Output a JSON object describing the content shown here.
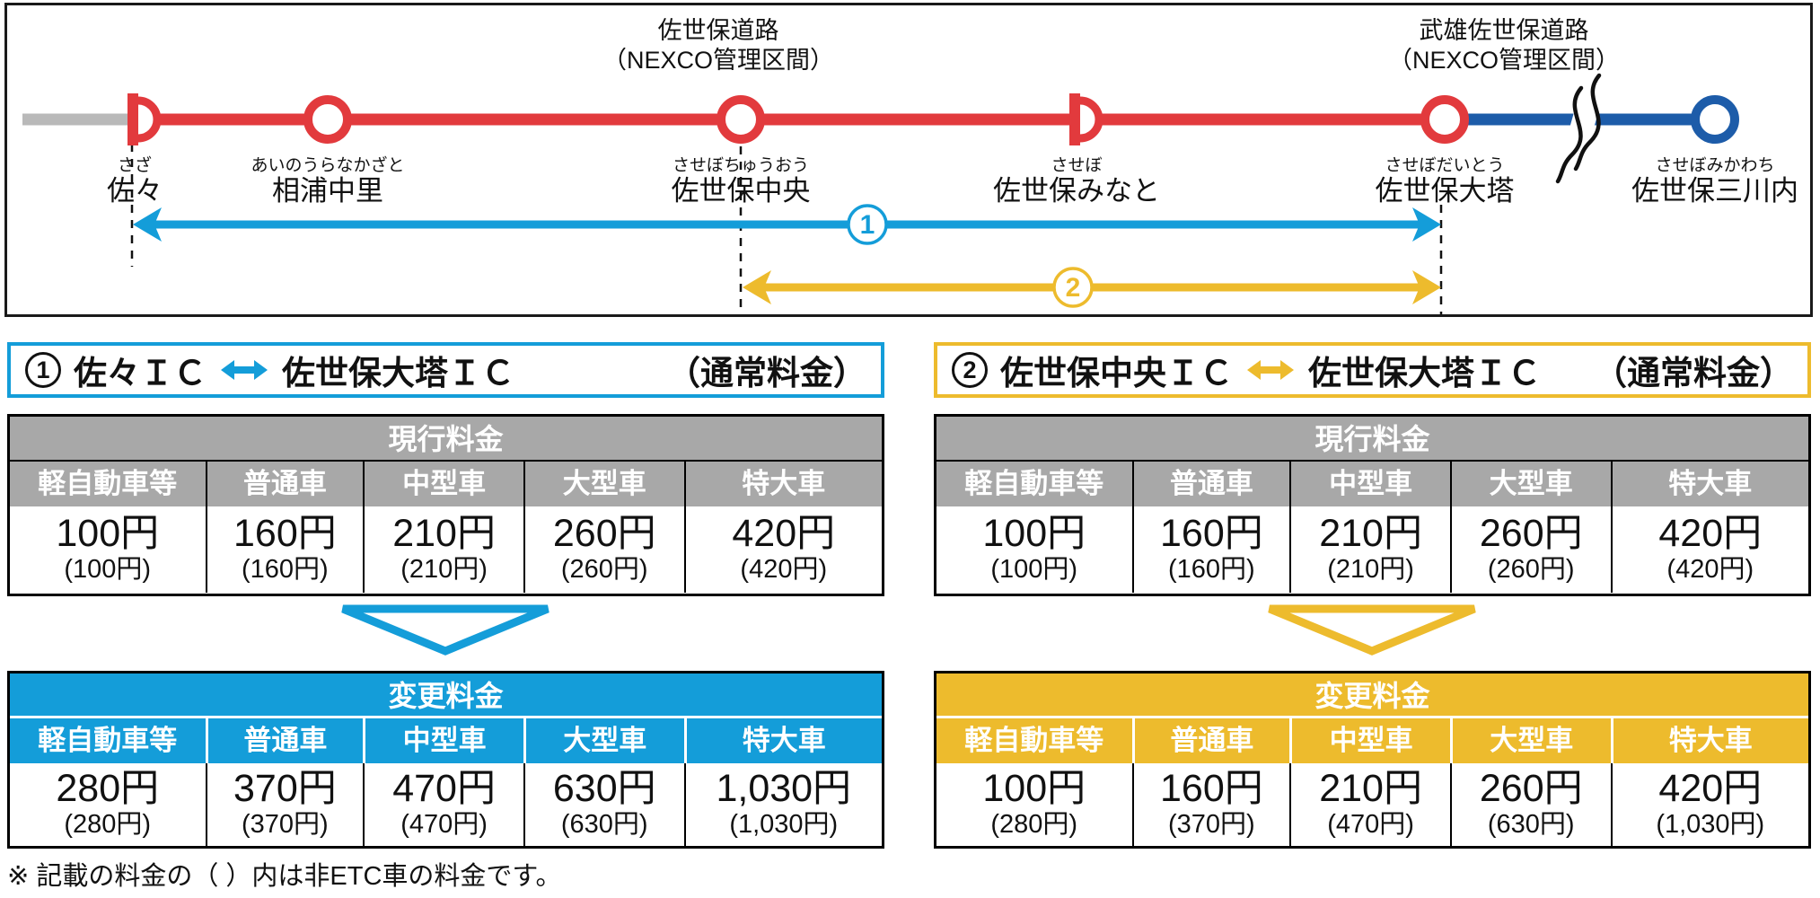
{
  "colors": {
    "accent_blue": "#149dd9",
    "accent_yellow": "#edbb2d",
    "road_red": "#e23a3d",
    "road_blue": "#1d5ca9",
    "road_gray": "#b9b9b9",
    "gray_header": "#a8a8a8"
  },
  "diagram": {
    "road_labels": [
      {
        "line1": "佐世保道路",
        "line2": "（NEXCO管理区間）"
      },
      {
        "line1": "武雄佐世保道路",
        "line2": "（NEXCO管理区間）"
      }
    ],
    "stations": [
      {
        "furigana": "さざ",
        "name": "佐々"
      },
      {
        "furigana": "あいのうらなかざと",
        "name": "相浦中里"
      },
      {
        "furigana": "させぼちゅうおう",
        "name": "佐世保中央"
      },
      {
        "furigana": "させぼ",
        "name": "佐世保みなと"
      },
      {
        "furigana": "させぼだいとう",
        "name": "佐世保大塔"
      },
      {
        "furigana": "させぼみかわち",
        "name": "佐世保三川内"
      }
    ],
    "range_markers": [
      {
        "number": "1"
      },
      {
        "number": "2"
      }
    ]
  },
  "sections": [
    {
      "number": "1",
      "title_from": "佐々ＩＣ",
      "title_to": "佐世保大塔ＩＣ",
      "title_suffix": "（通常料金）",
      "classes": [
        "軽自動車等",
        "普通車",
        "中型車",
        "大型車",
        "特大車"
      ],
      "current": {
        "header": "現行料金",
        "fares": [
          {
            "main": "100円",
            "sub": "(100円)"
          },
          {
            "main": "160円",
            "sub": "(160円)"
          },
          {
            "main": "210円",
            "sub": "(210円)"
          },
          {
            "main": "260円",
            "sub": "(260円)"
          },
          {
            "main": "420円",
            "sub": "(420円)"
          }
        ]
      },
      "changed": {
        "header": "変更料金",
        "fares": [
          {
            "main": "280円",
            "sub": "(280円)"
          },
          {
            "main": "370円",
            "sub": "(370円)"
          },
          {
            "main": "470円",
            "sub": "(470円)"
          },
          {
            "main": "630円",
            "sub": "(630円)"
          },
          {
            "main": "1,030円",
            "sub": "(1,030円)"
          }
        ]
      }
    },
    {
      "number": "2",
      "title_from": "佐世保中央ＩＣ",
      "title_to": "佐世保大塔ＩＣ",
      "title_suffix": "（通常料金）",
      "classes": [
        "軽自動車等",
        "普通車",
        "中型車",
        "大型車",
        "特大車"
      ],
      "current": {
        "header": "現行料金",
        "fares": [
          {
            "main": "100円",
            "sub": "(100円)"
          },
          {
            "main": "160円",
            "sub": "(160円)"
          },
          {
            "main": "210円",
            "sub": "(210円)"
          },
          {
            "main": "260円",
            "sub": "(260円)"
          },
          {
            "main": "420円",
            "sub": "(420円)"
          }
        ]
      },
      "changed": {
        "header": "変更料金",
        "fares": [
          {
            "main": "100円",
            "sub": "(280円)"
          },
          {
            "main": "160円",
            "sub": "(370円)"
          },
          {
            "main": "210円",
            "sub": "(470円)"
          },
          {
            "main": "260円",
            "sub": "(630円)"
          },
          {
            "main": "420円",
            "sub": "(1,030円)"
          }
        ]
      }
    }
  ],
  "footnote": "※ 記載の料金の（ ）内は非ETC車の料金です。"
}
